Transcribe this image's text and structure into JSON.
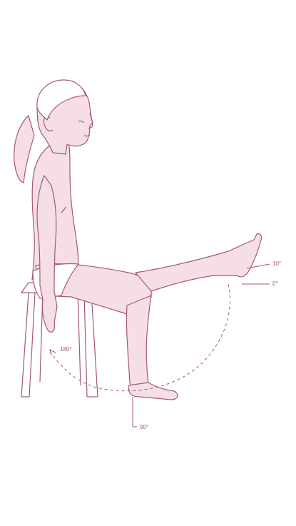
{
  "colors": {
    "line": "#a4577a",
    "skin": "#f5dfe5",
    "background": "#ffffff"
  },
  "angle_labels": {
    "ten": "10°",
    "zero": "0°",
    "one_eighty": "180°",
    "ninety": "90°"
  }
}
